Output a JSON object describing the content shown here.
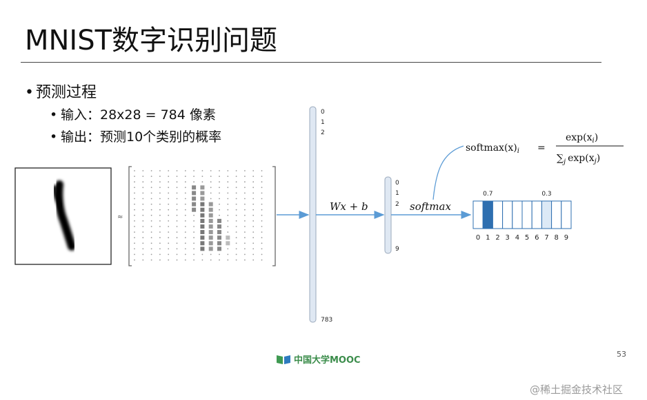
{
  "slide": {
    "title": "MNIST数字识别问题",
    "bullets": [
      {
        "level": 1,
        "text": "预测过程"
      },
      {
        "level": 2,
        "text": "输入：28x28 = 784 像素"
      },
      {
        "level": 2,
        "text": "输出：预测10个类别的概率"
      }
    ],
    "page_number": "53",
    "logo_text": "中国大学MOOC",
    "watermark": "@稀土掘金技术社区"
  },
  "diagram": {
    "approx_symbol": "≈",
    "input_vector": {
      "top_label_0": "0",
      "top_label_1": "1",
      "top_label_2": "2",
      "bottom_label": "783"
    },
    "transform_label": "Wx + b",
    "output_vector": {
      "top_label_0": "0",
      "top_label_1": "1",
      "top_label_2": "2",
      "bottom_label": "9"
    },
    "activation_label": "softmax",
    "formula": {
      "lhs": "softmax(x)",
      "lhs_sub": "i",
      "eq": "=",
      "numerator": "exp(x",
      "numerator_sub": "i",
      "denominator": "∑",
      "denominator_sub": "j",
      "denominator_rest": "exp(x",
      "denominator_rest_sub": "j"
    },
    "probabilities": {
      "values": [
        0,
        0.7,
        0,
        0,
        0,
        0,
        0,
        0.3,
        0,
        0
      ],
      "labels": [
        "",
        "0.7",
        "",
        "",
        "",
        "",
        "",
        "0.3",
        "",
        ""
      ],
      "classes": [
        "0",
        "1",
        "2",
        "3",
        "4",
        "5",
        "6",
        "7",
        "8",
        "9"
      ]
    },
    "colors": {
      "high": "#2e6fb0",
      "low": "#dce9f6",
      "arrow": "#5b9bd5",
      "bar_fill": "#dfe8f3",
      "bar_stroke": "#9aa9bb"
    }
  }
}
